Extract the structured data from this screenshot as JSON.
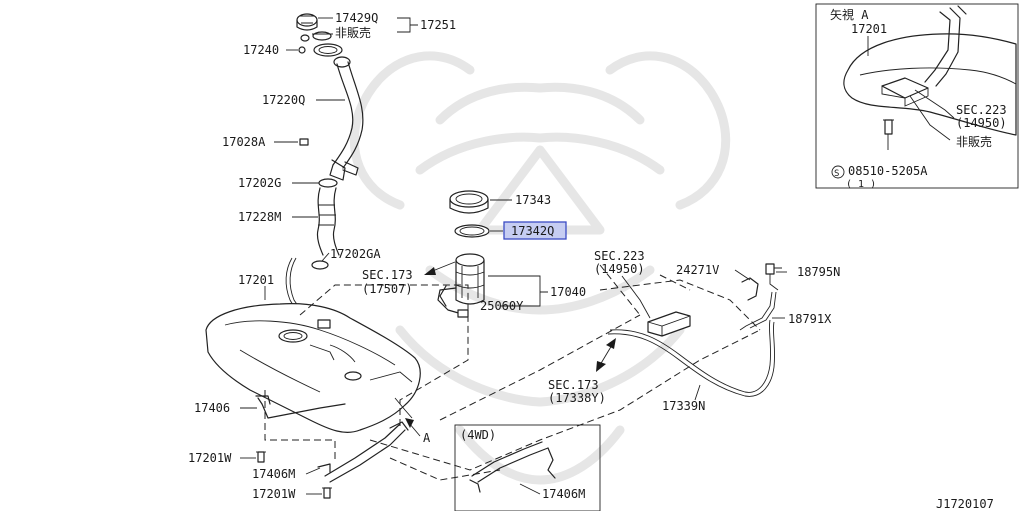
{
  "diagram_id": "J1720107",
  "labels": {
    "p17429Q": "17429Q",
    "p17251": "17251",
    "not_for_sale_top": "非販売",
    "p17240": "17240",
    "p17220Q": "17220Q",
    "p17028A": "17028A",
    "p17202G": "17202G",
    "p17228M": "17228M",
    "p17202GA": "17202GA",
    "p17201": "17201",
    "p17343": "17343",
    "p17342Q": "17342Q",
    "sec173_a": "SEC.173",
    "sec173_a_ref": "(17507)",
    "p17040": "17040",
    "p25060Y": "25060Y",
    "sec223": "SEC.223",
    "sec223_ref": "(14950)",
    "p24271V": "24271V",
    "p18795N": "18795N",
    "p18791X": "18791X",
    "sec173_b": "SEC.173",
    "sec173_b_ref": "(17338Y)",
    "p17339N": "17339N",
    "p17406": "17406",
    "p17201W_a": "17201W",
    "p17406M": "17406M",
    "p17201W_b": "17201W",
    "view_a_marker": "A",
    "fwd_label": "(4WD)",
    "p17406M_4wd": "17406M"
  },
  "inset": {
    "title": "矢視 A",
    "p17201": "17201",
    "sec223": "SEC.223",
    "sec223_ref": "(14950)",
    "not_for_sale": "非販売",
    "s_symbol": "S",
    "bolt_pn": "08510-5205A",
    "bolt_qty": "( 1 )"
  },
  "highlight": {
    "part_number": "17342Q",
    "color": "#c6cdf2",
    "border": "#3b4cc4"
  }
}
